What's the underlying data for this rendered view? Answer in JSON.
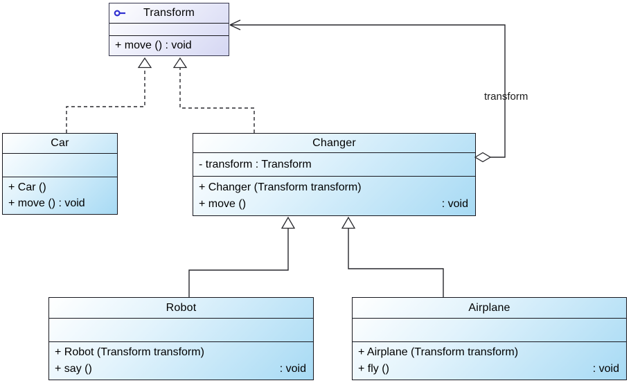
{
  "diagram": {
    "type": "uml-class-diagram",
    "classes": [
      {
        "id": "transform",
        "name": "Transform",
        "kind": "interface",
        "icon": "interface-lollipop-icon",
        "attributes": [],
        "operations": [
          {
            "left": "+ move () : void",
            "right": ""
          }
        ]
      },
      {
        "id": "car",
        "name": "Car",
        "kind": "class",
        "attributes": [],
        "operations": [
          {
            "left": "+ Car ()",
            "right": ""
          },
          {
            "left": "+ move () : void",
            "right": ""
          }
        ]
      },
      {
        "id": "changer",
        "name": "Changer",
        "kind": "class",
        "attributes": [
          {
            "left": "- transform : Transform",
            "right": ""
          }
        ],
        "operations": [
          {
            "left": "+ Changer (Transform transform)",
            "right": ""
          },
          {
            "left": "+ move ()",
            "right": ": void"
          }
        ]
      },
      {
        "id": "robot",
        "name": "Robot",
        "kind": "class",
        "attributes": [],
        "operations": [
          {
            "left": "+ Robot (Transform transform)",
            "right": ""
          },
          {
            "left": "+ say ()",
            "right": ": void"
          }
        ]
      },
      {
        "id": "airplane",
        "name": "Airplane",
        "kind": "class",
        "attributes": [],
        "operations": [
          {
            "left": "+ Airplane (Transform transform)",
            "right": ""
          },
          {
            "left": "+ fly ()",
            "right": ": void"
          }
        ]
      }
    ],
    "relationships": [
      {
        "type": "realization",
        "from": "Car",
        "to": "Transform",
        "line": "dashed",
        "head": "hollow-triangle"
      },
      {
        "type": "realization",
        "from": "Changer",
        "to": "Transform",
        "line": "dashed",
        "head": "hollow-triangle"
      },
      {
        "type": "generalization",
        "from": "Robot",
        "to": "Changer",
        "line": "solid",
        "head": "hollow-triangle"
      },
      {
        "type": "generalization",
        "from": "Airplane",
        "to": "Changer",
        "line": "solid",
        "head": "hollow-triangle"
      },
      {
        "type": "association",
        "from": "Changer",
        "to": "Transform",
        "label": "transform",
        "line": "solid",
        "source_decoration": "hollow-diamond-aggregation",
        "target_decoration": "open-arrow"
      }
    ],
    "colors": {
      "class_gradient_start": "#ffffff",
      "class_gradient_end": "#a7daf4",
      "interface_gradient_start": "#ffffff",
      "interface_gradient_end": "#d5d7f3",
      "border": "#16161d",
      "line": "#26262b",
      "icon_blue": "#2f2fd0",
      "background": "#ffffff"
    }
  }
}
